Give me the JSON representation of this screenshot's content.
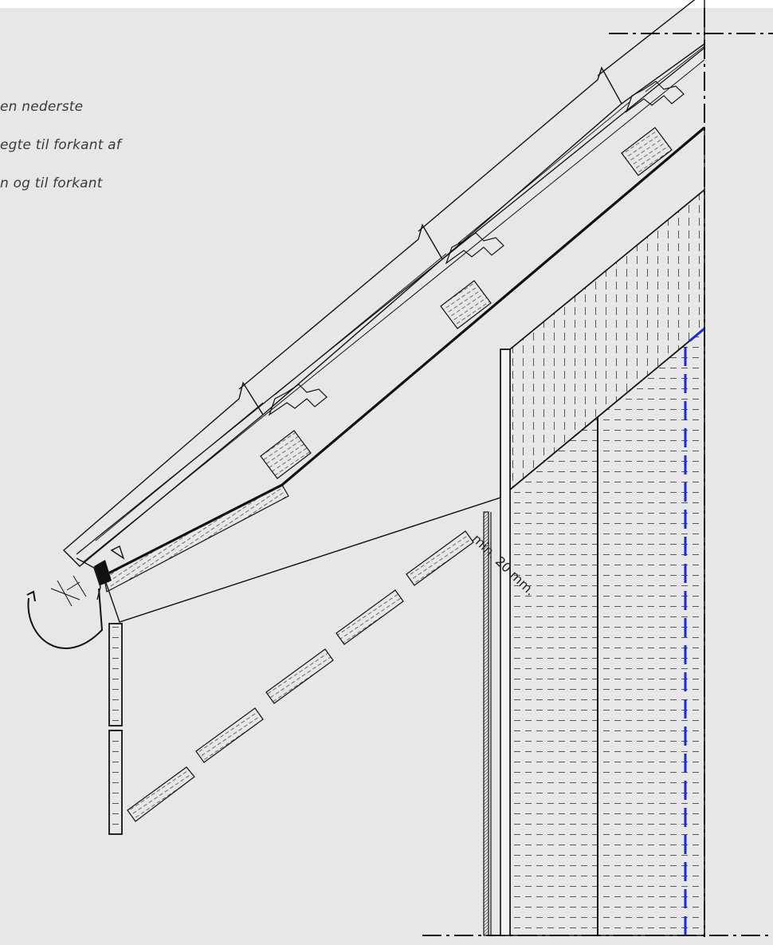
{
  "notes": [
    "en nederste",
    "egte til forkant af",
    "n og til forkant"
  ],
  "dimension_label": "min. 20 mm.",
  "colors": {
    "background": "#e6e7e6",
    "line": "#111111",
    "hidden_line": "#1a2bd6"
  }
}
